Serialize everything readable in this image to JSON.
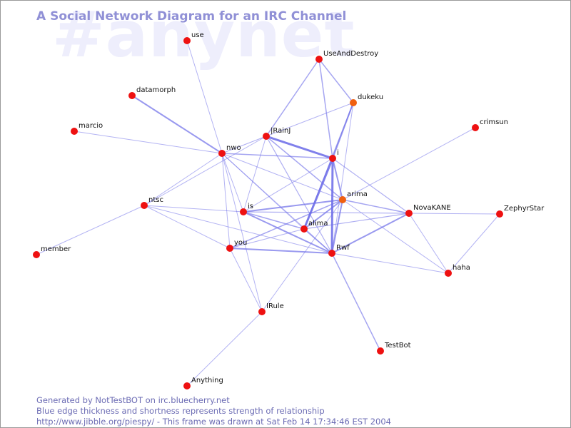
{
  "watermark": "#anynet",
  "title": "A Social Network Diagram for an IRC Channel",
  "footer": {
    "line1": "Generated by NotTestBOT on irc.bluecherry.net",
    "line2": "Blue edge thickness and shortness represents strength of relationship",
    "line3": "http://www.jibble.org/piespy/ - This frame was drawn at Sat Feb 14 17:34:46 EST 2004"
  },
  "colors": {
    "node": "#ee1111",
    "node_active": "#f06010",
    "edge": "#7070e8"
  },
  "nodes": [
    {
      "id": "use",
      "label": "use"
    },
    {
      "id": "UseAndDestroy",
      "label": "UseAndDestroy"
    },
    {
      "id": "datamorph",
      "label": "datamorph"
    },
    {
      "id": "dukeku",
      "label": "dukeku",
      "active": true
    },
    {
      "id": "marcio",
      "label": "marcio"
    },
    {
      "id": "crimsun",
      "label": "crimsun"
    },
    {
      "id": "RainJ",
      "label": "|RainJ"
    },
    {
      "id": "nwo",
      "label": "nwo"
    },
    {
      "id": "i",
      "label": "i"
    },
    {
      "id": "arima",
      "label": "arima",
      "active": true
    },
    {
      "id": "ntsc",
      "label": "ntsc"
    },
    {
      "id": "is",
      "label": "is"
    },
    {
      "id": "NovaKANE",
      "label": "NovaKANE"
    },
    {
      "id": "ZephyrStar",
      "label": "ZephyrStar"
    },
    {
      "id": "alima",
      "label": "alima"
    },
    {
      "id": "member",
      "label": "member"
    },
    {
      "id": "you",
      "label": "you"
    },
    {
      "id": "Rwf",
      "label": "Rwf"
    },
    {
      "id": "haha",
      "label": "haha"
    },
    {
      "id": "IRule",
      "label": "IRule"
    },
    {
      "id": "TestBot",
      "label": "TestBot"
    },
    {
      "id": "Anything",
      "label": "Anything"
    }
  ],
  "edges": [
    {
      "from": "RainJ",
      "to": "i",
      "weight": 3
    },
    {
      "from": "i",
      "to": "alima",
      "weight": 3
    },
    {
      "from": "i",
      "to": "Rwf",
      "weight": 3
    },
    {
      "from": "i",
      "to": "dukeku",
      "weight": 2
    },
    {
      "from": "i",
      "to": "arima",
      "weight": 2
    },
    {
      "from": "i",
      "to": "UseAndDestroy",
      "weight": 1.5
    },
    {
      "from": "i",
      "to": "nwo",
      "weight": 1.5
    },
    {
      "from": "i",
      "to": "NovaKANE",
      "weight": 1.2
    },
    {
      "from": "i",
      "to": "is",
      "weight": 1
    },
    {
      "from": "datamorph",
      "to": "nwo",
      "weight": 2
    },
    {
      "from": "nwo",
      "to": "RainJ",
      "weight": 1.2
    },
    {
      "from": "nwo",
      "to": "marcio",
      "weight": 1
    },
    {
      "from": "nwo",
      "to": "use",
      "weight": 1
    },
    {
      "from": "nwo",
      "to": "ntsc",
      "weight": 1
    },
    {
      "from": "nwo",
      "to": "is",
      "weight": 1
    },
    {
      "from": "nwo",
      "to": "you",
      "weight": 1
    },
    {
      "from": "nwo",
      "to": "arima",
      "weight": 1
    },
    {
      "from": "nwo",
      "to": "Rwf",
      "weight": 1
    },
    {
      "from": "nwo",
      "to": "IRule",
      "weight": 1
    },
    {
      "from": "nwo",
      "to": "alima",
      "weight": 1
    },
    {
      "from": "UseAndDestroy",
      "to": "RainJ",
      "weight": 1.5
    },
    {
      "from": "UseAndDestroy",
      "to": "dukeku",
      "weight": 1.5
    },
    {
      "from": "RainJ",
      "to": "dukeku",
      "weight": 1
    },
    {
      "from": "RainJ",
      "to": "arima",
      "weight": 1.5
    },
    {
      "from": "RainJ",
      "to": "is",
      "weight": 1
    },
    {
      "from": "RainJ",
      "to": "Rwf",
      "weight": 1.2
    },
    {
      "from": "RainJ",
      "to": "ntsc",
      "weight": 1
    },
    {
      "from": "dukeku",
      "to": "alima",
      "weight": 1.5
    },
    {
      "from": "dukeku",
      "to": "Rwf",
      "weight": 1
    },
    {
      "from": "crimsun",
      "to": "arima",
      "weight": 1
    },
    {
      "from": "arima",
      "to": "is",
      "weight": 2
    },
    {
      "from": "arima",
      "to": "NovaKANE",
      "weight": 1.5
    },
    {
      "from": "arima",
      "to": "alima",
      "weight": 2
    },
    {
      "from": "arima",
      "to": "Rwf",
      "weight": 2
    },
    {
      "from": "arima",
      "to": "you",
      "weight": 1.5
    },
    {
      "from": "arima",
      "to": "haha",
      "weight": 1
    },
    {
      "from": "arima",
      "to": "IRule",
      "weight": 1
    },
    {
      "from": "is",
      "to": "alima",
      "weight": 1.5
    },
    {
      "from": "is",
      "to": "Rwf",
      "weight": 2
    },
    {
      "from": "is",
      "to": "NovaKANE",
      "weight": 1.2
    },
    {
      "from": "is",
      "to": "ntsc",
      "weight": 1
    },
    {
      "from": "alima",
      "to": "Rwf",
      "weight": 1.5
    },
    {
      "from": "alima",
      "to": "you",
      "weight": 1
    },
    {
      "from": "alima",
      "to": "NovaKANE",
      "weight": 1.2
    },
    {
      "from": "Rwf",
      "to": "NovaKANE",
      "weight": 2
    },
    {
      "from": "Rwf",
      "to": "you",
      "weight": 2
    },
    {
      "from": "Rwf",
      "to": "haha",
      "weight": 1
    },
    {
      "from": "Rwf",
      "to": "TestBot",
      "weight": 1.5
    },
    {
      "from": "Rwf",
      "to": "ntsc",
      "weight": 1
    },
    {
      "from": "NovaKANE",
      "to": "ZephyrStar",
      "weight": 1
    },
    {
      "from": "NovaKANE",
      "to": "haha",
      "weight": 1
    },
    {
      "from": "haha",
      "to": "ZephyrStar",
      "weight": 1
    },
    {
      "from": "ntsc",
      "to": "member",
      "weight": 1
    },
    {
      "from": "ntsc",
      "to": "you",
      "weight": 1
    },
    {
      "from": "you",
      "to": "IRule",
      "weight": 1
    },
    {
      "from": "IRule",
      "to": "Anything",
      "weight": 1
    }
  ]
}
